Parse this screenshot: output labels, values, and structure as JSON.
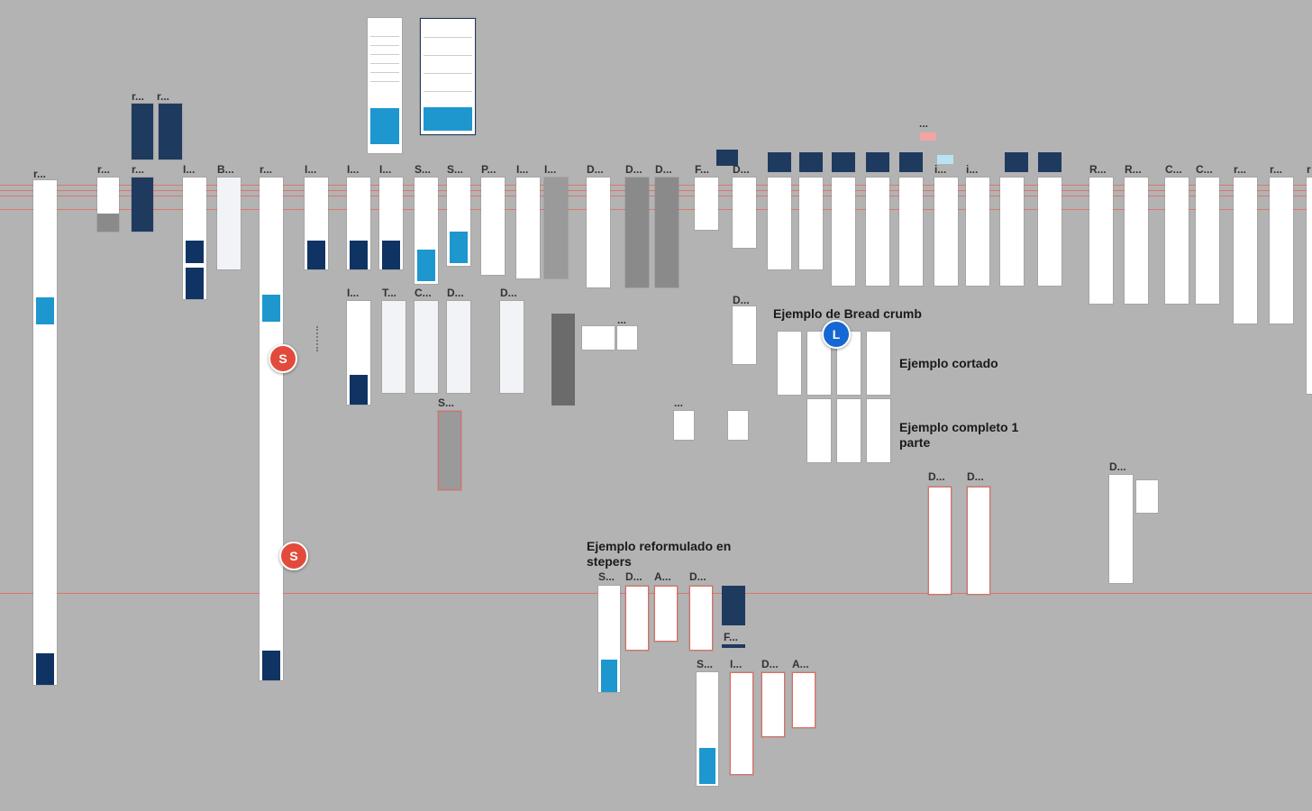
{
  "frame_labels": {
    "top_r1": "r...",
    "top_r2": "r...",
    "c1": "r...",
    "c2": "r...",
    "c3": "r...",
    "c4": "I...",
    "c5": "B...",
    "c6": "r...",
    "c7": "I...",
    "c8": "I...",
    "c9": "I...",
    "c10": "S...",
    "c11": "S...",
    "c12": "P...",
    "c13": "I...",
    "c14": "I...",
    "c15": "D...",
    "c16": "D...",
    "c17": "D...",
    "c18": "F...",
    "c19": "D...",
    "c20": "...",
    "c21": "i...",
    "c22": "i...",
    "c23": "R...",
    "c24": "R...",
    "c25": "C...",
    "c26": "C...",
    "c27": "r...",
    "c28": "r...",
    "c29": "r",
    "r2a": "I...",
    "r2b": "T...",
    "r2c": "C...",
    "r2d": "D...",
    "r2e": "D...",
    "r2f": "...",
    "r2g": "D...",
    "r2h": "S...",
    "r2i": "...",
    "r3a": "D...",
    "r3b": "D...",
    "r3c": "D...",
    "r4a": "S...",
    "r4b": "D...",
    "r4c": "A...",
    "r4d": "D...",
    "r4e": "F...",
    "r5a": "S...",
    "r5b": "I...",
    "r5c": "D...",
    "r5d": "A..."
  },
  "notes": {
    "breadcrumb": "Ejemplo de Bread crumb",
    "cortado": "Ejemplo cortado",
    "completo": "Ejemplo completo 1 parte",
    "steppers": "Ejemplo reformulado en stepers"
  },
  "avatars": [
    {
      "letter": "S",
      "color": "#e24b3b"
    },
    {
      "letter": "S",
      "color": "#e24b3b"
    },
    {
      "letter": "L",
      "color": "#1567d3"
    }
  ],
  "colors": {
    "canvas": "#b3b3b3",
    "brand_navy": "#0f3463",
    "brand_cyan": "#1e97cf",
    "guide_red": "#e66a5e"
  }
}
